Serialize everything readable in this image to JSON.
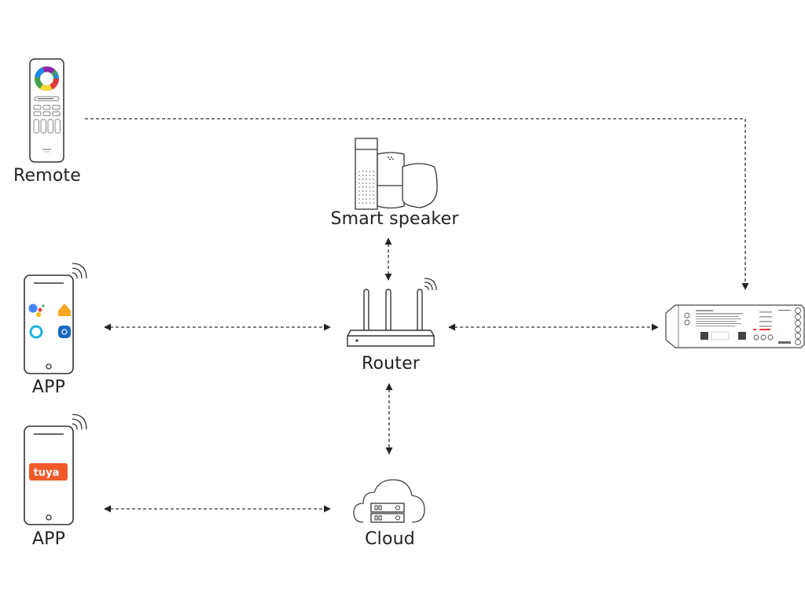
{
  "nodes": {
    "remote": {
      "label": "Remote",
      "icon": "remote-control-icon"
    },
    "smart_speaker": {
      "label": "Smart speaker",
      "icon": "smart-speakers-icon"
    },
    "router": {
      "label": "Router",
      "icon": "router-icon"
    },
    "app_voice": {
      "label": "APP",
      "icon": "smartphone-icon",
      "apps": [
        "google-assistant-icon",
        "apple-home-icon",
        "alexa-icon",
        "smartthings-icon"
      ]
    },
    "app_tuya": {
      "label": "APP",
      "icon": "smartphone-icon",
      "apps": [
        "tuya-icon"
      ],
      "app_badge": "tuya"
    },
    "cloud": {
      "label": "Cloud",
      "icon": "cloud-server-icon"
    },
    "controller": {
      "label": "",
      "icon": "led-controller-icon"
    }
  },
  "connections": [
    {
      "from": "remote",
      "to": "controller",
      "direction": "one-way"
    },
    {
      "from": "smart_speaker",
      "to": "router",
      "direction": "two-way"
    },
    {
      "from": "app_voice",
      "to": "router",
      "direction": "two-way"
    },
    {
      "from": "router",
      "to": "controller",
      "direction": "two-way"
    },
    {
      "from": "router",
      "to": "cloud",
      "direction": "two-way"
    },
    {
      "from": "app_tuya",
      "to": "cloud",
      "direction": "two-way"
    }
  ],
  "colors": {
    "line": "#222222",
    "tuya": "#ef5a28",
    "google_blue": "#4285f4",
    "google_red": "#ea4335",
    "google_yellow": "#fbbc05",
    "google_green": "#34a853",
    "home_orange": "#f5a623",
    "alexa_cyan": "#1fb3e0",
    "smartthings_blue": "#1567c0"
  }
}
